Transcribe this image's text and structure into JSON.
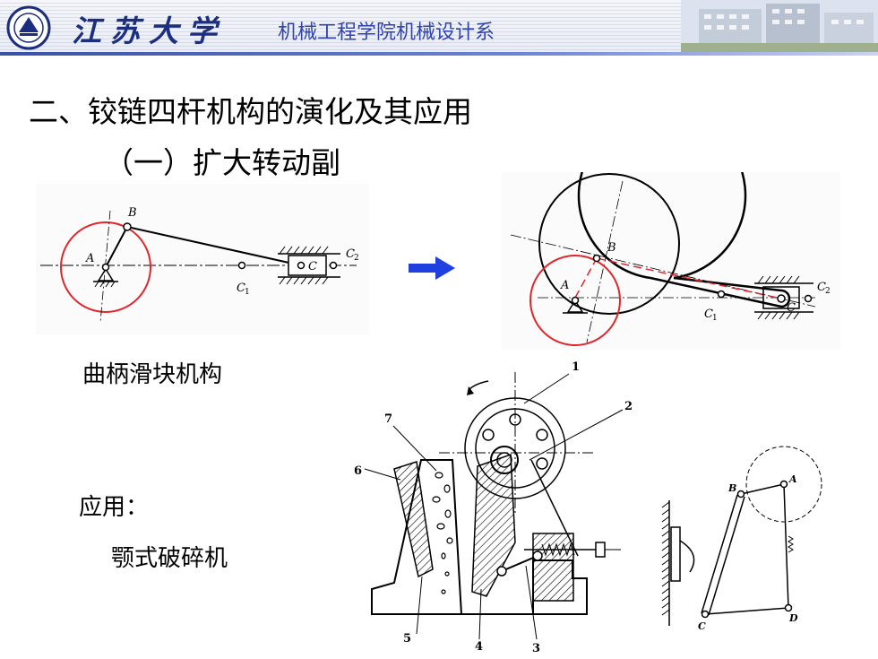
{
  "header": {
    "university": "江苏大学",
    "department": "机械工程学院机械设计系",
    "colors": {
      "brand": "#1c2e80",
      "department": "#2f43b0",
      "rule": "#3b4fa6"
    }
  },
  "slide": {
    "title": "二、铰链四杆机构的演化及其应用",
    "subtitle": "（一）扩大转动副",
    "figure_left": {
      "labels": {
        "A": "A",
        "B": "B",
        "C": "C",
        "C1": "C",
        "C1_sub": "1",
        "C2": "C",
        "C2_sub": "2"
      }
    },
    "figure_right": {
      "labels": {
        "A": "A",
        "B": "B",
        "C": "C",
        "C1": "C",
        "C1_sub": "1",
        "C2": "C",
        "C2_sub": "2"
      }
    },
    "caption_crank_slider": "曲柄滑块机构",
    "application_label": "应用：",
    "application_name": "颚式破碎机",
    "crusher_part_numbers": [
      "1",
      "2",
      "3",
      "4",
      "5",
      "6",
      "7"
    ],
    "linkage_labels": [
      "A",
      "B",
      "C",
      "D"
    ],
    "colors": {
      "circle": "#e0262a",
      "arrow": "#1f3fdf"
    }
  }
}
